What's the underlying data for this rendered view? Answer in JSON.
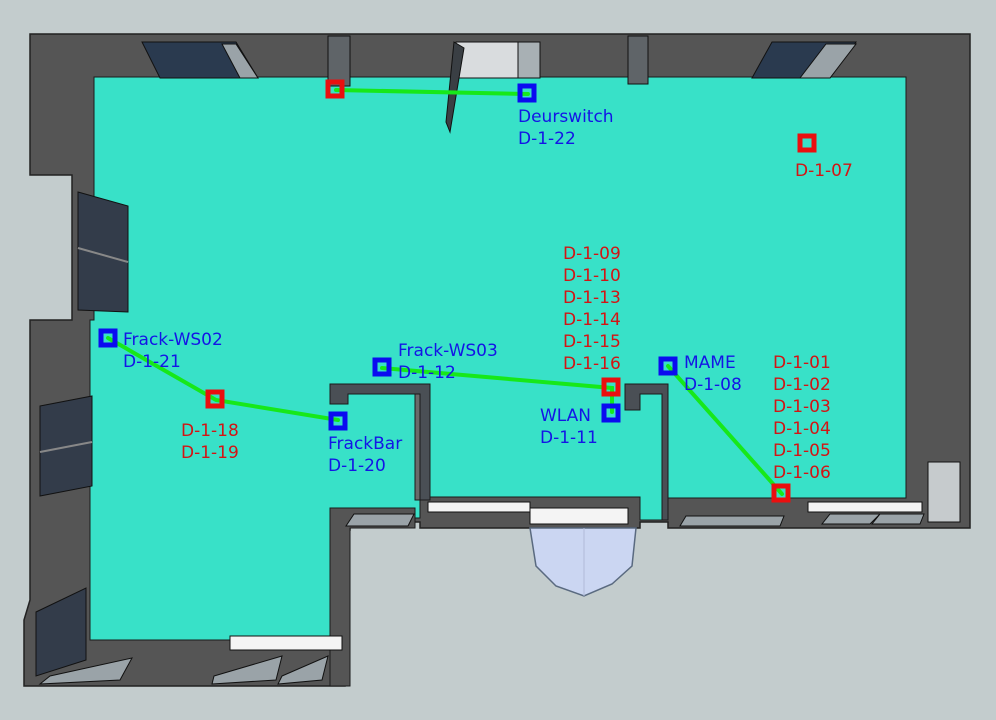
{
  "colors": {
    "background": "#c3cccd",
    "floor": "#38e1c8",
    "wall_top": "#555555",
    "wall_face": "#3f4448",
    "cable": "#17e81a",
    "device": "#0b0bf0",
    "outlet": "#ea0f0f",
    "label_blue": "#1414e6",
    "label_red": "#d31414"
  },
  "devices": [
    {
      "name": "Deurswitch",
      "id": "D-1-22"
    },
    {
      "name": "Frack-WS02",
      "id": "D-1-21"
    },
    {
      "name": "Frack-WS03",
      "id": "D-1-12"
    },
    {
      "name": "FrackBar",
      "id": "D-1-20"
    },
    {
      "name": "WLAN",
      "id": "D-1-11"
    },
    {
      "name": "MAME",
      "id": "D-1-08"
    }
  ],
  "outlets": {
    "top_right": [
      "D-1-07"
    ],
    "left": [
      "D-1-18",
      "D-1-19"
    ],
    "center": [
      "D-1-09",
      "D-1-10",
      "D-1-13",
      "D-1-14",
      "D-1-15",
      "D-1-16"
    ],
    "right": [
      "D-1-01",
      "D-1-02",
      "D-1-03",
      "D-1-04",
      "D-1-05",
      "D-1-06"
    ]
  }
}
